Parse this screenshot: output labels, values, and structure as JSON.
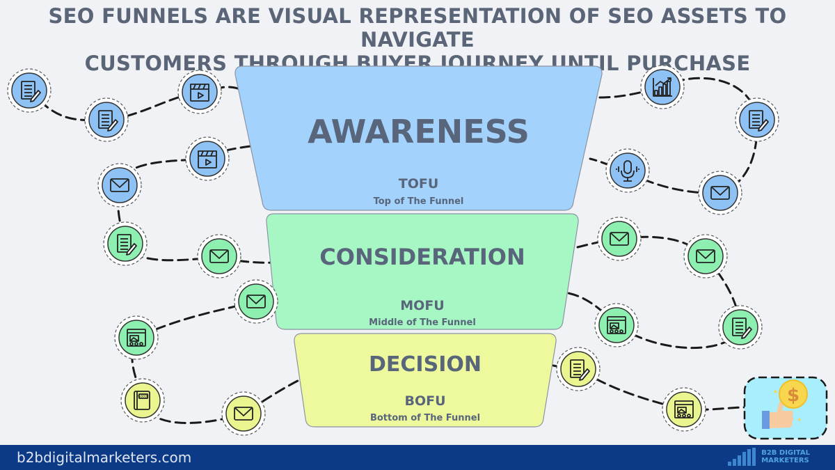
{
  "title": {
    "line1": "SEO FUNNELS ARE VISUAL REPRESENTATION OF SEO ASSETS TO NAVIGATE",
    "line2": "CUSTOMERS THROUGH BUYER JOURNEY UNTIL PURCHASE"
  },
  "stages": [
    {
      "name": "AWARENESS",
      "abbr": "TOFU",
      "desc": "Top of The Funnel",
      "color": "#a3d2fd"
    },
    {
      "name": "CONSIDERATION",
      "abbr": "MOFU",
      "desc": "Middle of The Funnel",
      "color": "#a6f7c3"
    },
    {
      "name": "DECISION",
      "abbr": "BOFU",
      "desc": "Bottom of The Funnel",
      "color": "#eef99d"
    }
  ],
  "icons": [
    "document-pencil-icon",
    "document-pencil-icon",
    "video-clapper-icon",
    "video-clapper-icon",
    "mail-icon",
    "chart-growth-icon",
    "document-pencil-icon",
    "microphone-icon",
    "mail-icon",
    "document-pencil-icon",
    "mail-icon",
    "mail-icon",
    "webpage-icon",
    "mail-icon",
    "mail-icon",
    "webpage-icon",
    "document-pencil-icon",
    "ebook-icon",
    "mail-icon",
    "document-pencil-icon",
    "webpage-icon"
  ],
  "purchase_icon": "thumbs-up-dollar-icon",
  "footer": {
    "site": "b2bdigitalmarketers.com",
    "logo_line1": "B2B DIGITAL",
    "logo_line2": "MARKETERS"
  },
  "colors": {
    "text": "#5a6577",
    "footer": "#0d3a86",
    "purchase_bg": "#a8eefd"
  }
}
